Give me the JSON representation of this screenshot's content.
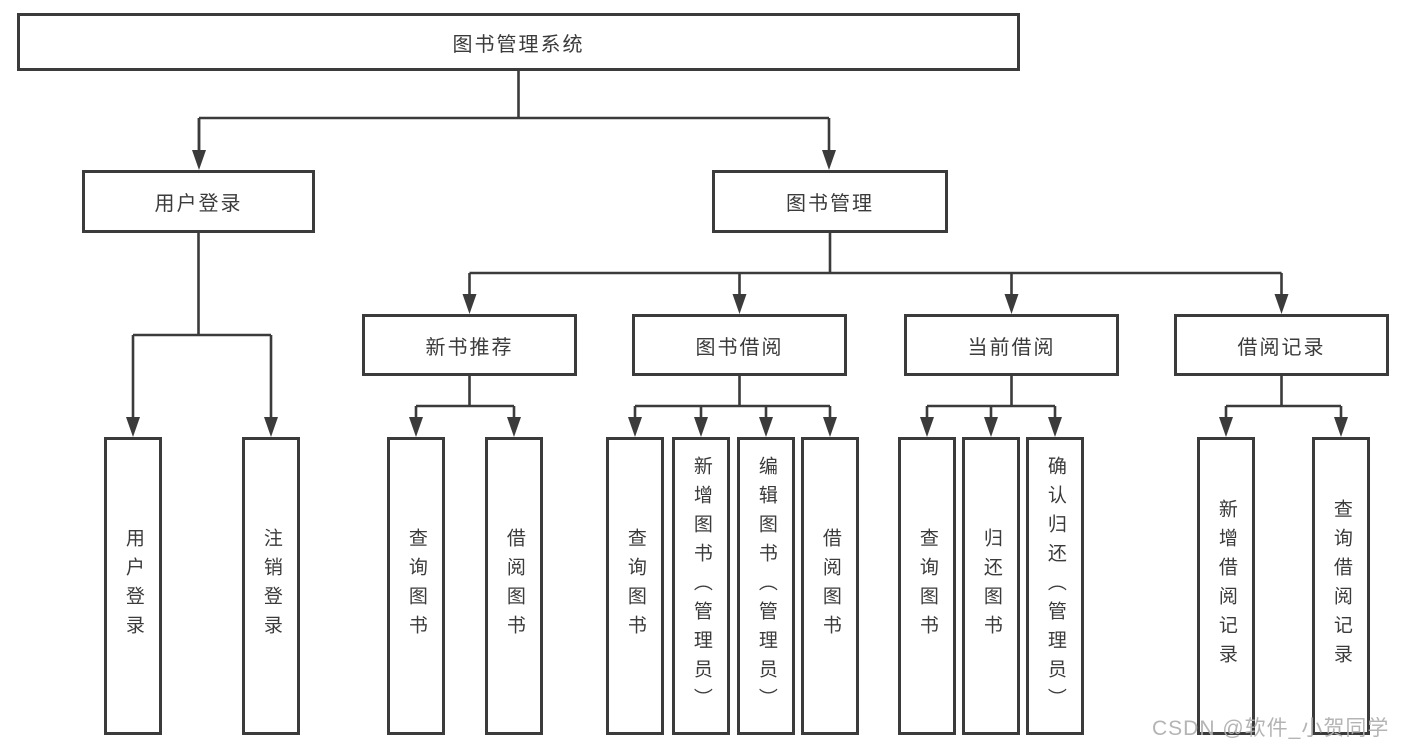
{
  "diagram": {
    "root": "图书管理系统",
    "user_login": {
      "label": "用户登录",
      "children": [
        "用户登录",
        "注销登录"
      ]
    },
    "book_mgmt": {
      "label": "图书管理",
      "groups": [
        {
          "label": "新书推荐",
          "children": [
            "查询图书",
            "借阅图书"
          ]
        },
        {
          "label": "图书借阅",
          "children": [
            "查询图书",
            "新增图书（管理员）",
            "编辑图书（管理员）",
            "借阅图书"
          ]
        },
        {
          "label": "当前借阅",
          "children": [
            "查询图书",
            "归还图书",
            "确认归还（管理员）"
          ]
        },
        {
          "label": "借阅记录",
          "children": [
            "新增借阅记录",
            "查询借阅记录"
          ]
        }
      ]
    },
    "watermark": "CSDN @软件_小贺同学",
    "line_color": "#3b3b3b"
  }
}
